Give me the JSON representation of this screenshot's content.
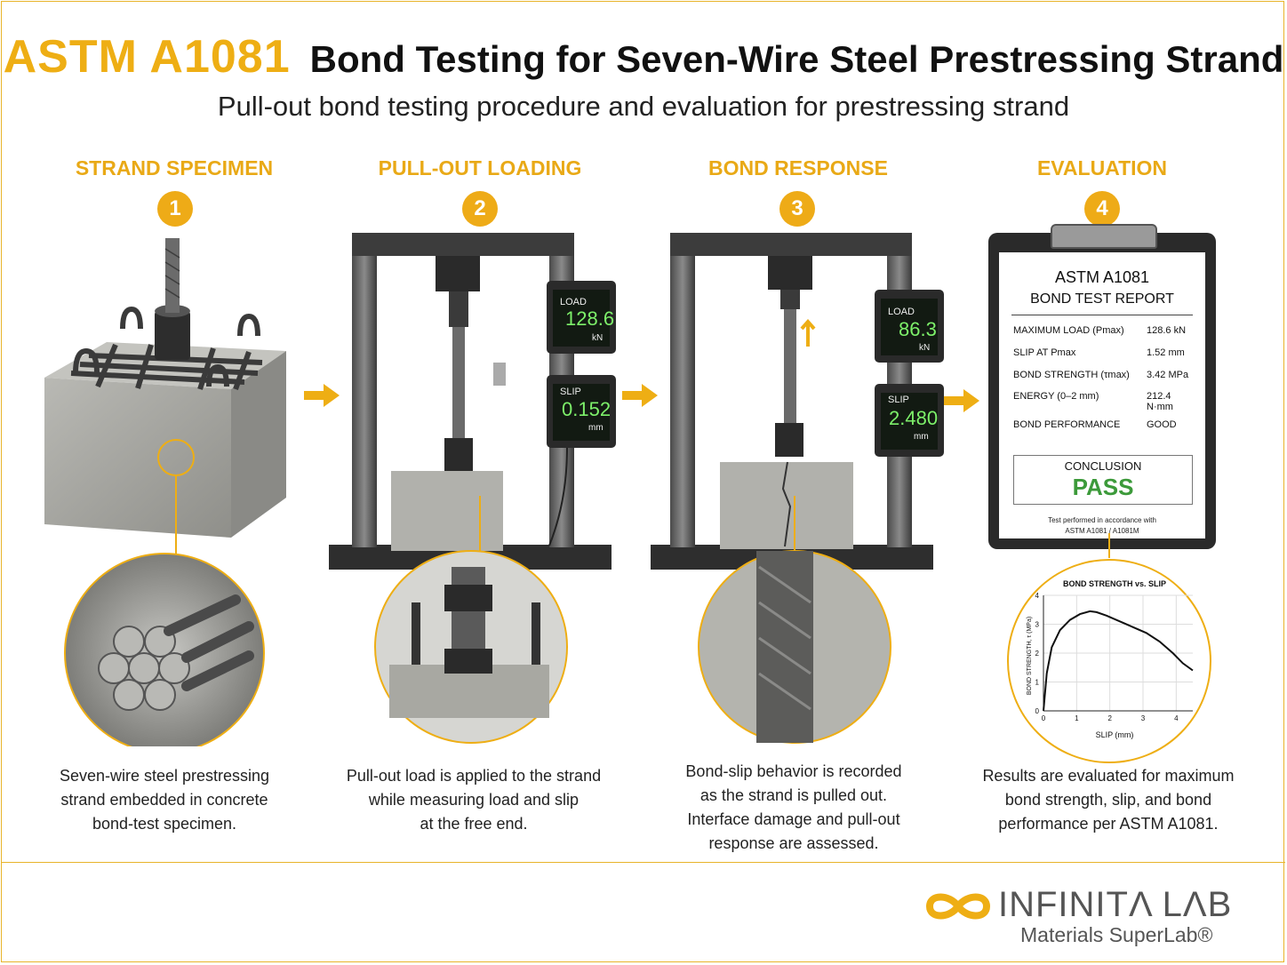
{
  "header": {
    "code": "ASTM A1081",
    "title": "Bond Testing for Seven-Wire Steel Prestressing Strand",
    "subtitle": "Pull-out bond testing procedure and evaluation for prestressing strand"
  },
  "steps": [
    {
      "number": "1",
      "heading": "STRAND SPECIMEN",
      "caption_lines": [
        "Seven-wire steel prestressing",
        "strand embedded in concrete",
        "bond-test specimen."
      ]
    },
    {
      "number": "2",
      "heading": "PULL-OUT LOADING",
      "caption_lines": [
        "Pull-out load is applied to the strand",
        "while measuring load and slip",
        "at the free end."
      ],
      "load_meter": {
        "label": "LOAD",
        "value": "128.6",
        "unit": "kN"
      },
      "slip_meter": {
        "label": "SLIP",
        "value": "0.152",
        "unit": "mm"
      }
    },
    {
      "number": "3",
      "heading": "BOND RESPONSE",
      "caption_lines": [
        "Bond-slip behavior is recorded",
        "as the strand is pulled out.",
        "Interface damage and pull-out",
        "response are assessed."
      ],
      "load_meter": {
        "label": "LOAD",
        "value": "86.3",
        "unit": "kN"
      },
      "slip_meter": {
        "label": "SLIP",
        "value": "2.480",
        "unit": "mm"
      }
    },
    {
      "number": "4",
      "heading": "EVALUATION",
      "caption_lines": [
        "Results are evaluated for maximum",
        "bond strength, slip, and bond",
        "performance per ASTM A1081."
      ]
    }
  ],
  "report": {
    "title": "ASTM A1081",
    "subtitle": "BOND TEST REPORT",
    "rows": [
      {
        "label": "MAXIMUM LOAD (Pmax)",
        "value": "128.6 kN"
      },
      {
        "label": "SLIP AT Pmax",
        "value": "1.52 mm"
      },
      {
        "label": "BOND STRENGTH (τmax)",
        "value": "3.42 MPa"
      },
      {
        "label": "ENERGY (0–2 mm)",
        "value": "212.4 N·mm"
      },
      {
        "label": "BOND PERFORMANCE",
        "value": "GOOD"
      }
    ],
    "conclusion_label": "CONCLUSION",
    "conclusion_value": "PASS",
    "note_line1": "Test performed in accordance with",
    "note_line2": "ASTM A1081 / A1081M"
  },
  "chart_data": {
    "type": "line",
    "title": "BOND STRENGTH vs. SLIP",
    "xlabel": "SLIP (mm)",
    "ylabel": "BOND STRENGTH, τ (MPa)",
    "xlim": [
      0,
      4.5
    ],
    "ylim": [
      0,
      4
    ],
    "xticks": [
      0,
      1,
      2,
      3,
      4
    ],
    "yticks": [
      0,
      1,
      2,
      3,
      4
    ],
    "grid": true,
    "series": [
      {
        "x": [
          0,
          0.1,
          0.25,
          0.5,
          0.8,
          1.1,
          1.4,
          1.6,
          1.9,
          2.3,
          2.7,
          3.1,
          3.5,
          3.9,
          4.2,
          4.5
        ],
        "values": [
          0,
          1.3,
          2.2,
          2.8,
          3.15,
          3.35,
          3.45,
          3.42,
          3.3,
          3.1,
          2.9,
          2.7,
          2.4,
          2.0,
          1.65,
          1.4
        ]
      }
    ]
  },
  "logo": {
    "text": "INFINITΛ LΛB",
    "tagline": "Materials SuperLab®"
  },
  "colors": {
    "accent": "#eeae14",
    "pass": "#3c9a3a",
    "meter": "#7df06a"
  }
}
